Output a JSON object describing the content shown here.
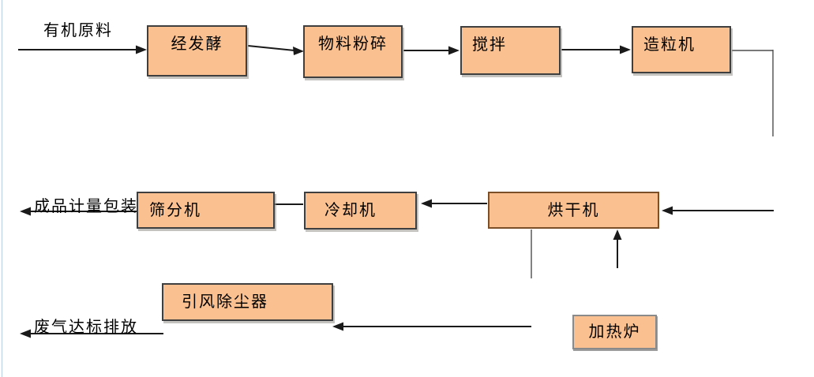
{
  "nodes": {
    "fermentation": {
      "label": "经发酵"
    },
    "crushing": {
      "label": "物料粉碎"
    },
    "mixing": {
      "label": "搅拌"
    },
    "granulator": {
      "label": "造粒机"
    },
    "screening": {
      "label": "筛分机"
    },
    "cooling": {
      "label": "冷却机"
    },
    "drying": {
      "label": "烘干机"
    },
    "dust_collector": {
      "label": "引风除尘器"
    },
    "heating_furnace": {
      "label": "加热炉"
    }
  },
  "labels": {
    "raw_material": "有机原料",
    "packaging": "成品计量包装",
    "exhaust": "废气达标排放"
  },
  "colors": {
    "box_fill": "#FAC090",
    "box_border": "#3F3F3F",
    "dryer_border": "#7B4F28",
    "furnace_border": "#8A8A8A",
    "line": "#1A1A1A",
    "connector": "#4D4D4D",
    "page_edge": "#B8CCE4",
    "background": "#FFFFFF"
  }
}
